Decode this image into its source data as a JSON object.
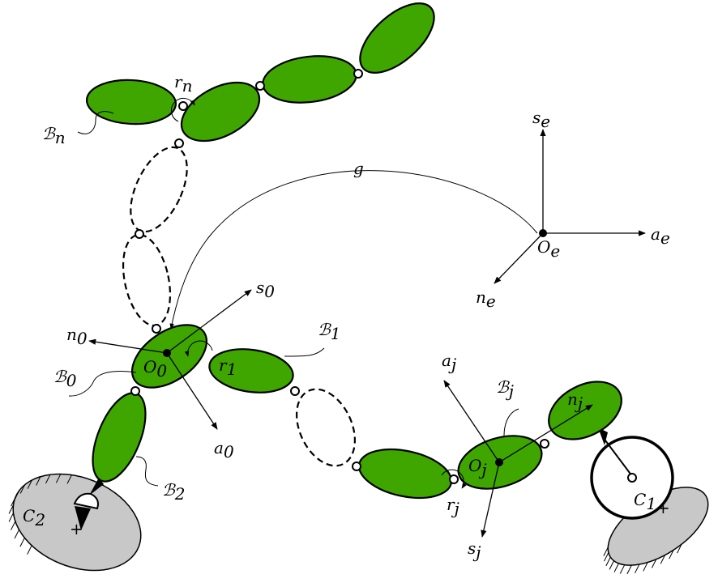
{
  "labels": {
    "rn": "r",
    "rn_sub": "n",
    "Bn": "ℬ",
    "Bn_sub": "n",
    "g": "g",
    "se": "s",
    "se_sub": "e",
    "ae": "a",
    "ae_sub": "e",
    "Oe": "O",
    "Oe_sub": "e",
    "ne": "n",
    "ne_sub": "e",
    "s0": "s",
    "s0_sub": "0",
    "n0": "n",
    "n0_sub": "0",
    "O0": "O",
    "O0_sub": "0",
    "r1": "r",
    "r1_sub": "1",
    "B1": "ℬ",
    "B1_sub": "1",
    "B0": "ℬ",
    "B0_sub": "0",
    "a0": "a",
    "a0_sub": "0",
    "B2": "ℬ",
    "B2_sub": "2",
    "C2": "C",
    "C2_sub": "2",
    "aj": "a",
    "aj_sub": "j",
    "Bj": "ℬ",
    "Bj_sub": "j",
    "nj": "n",
    "nj_sub": "j",
    "Oj": "O",
    "Oj_sub": "j",
    "rj": "r",
    "rj_sub": "j",
    "sj": "s",
    "sj_sub": "j",
    "C1": "C",
    "C1_sub": "1"
  },
  "colors": {
    "link_fill": "#3fa600",
    "ground_fill": "#c8c8c8",
    "stroke": "#000000"
  }
}
